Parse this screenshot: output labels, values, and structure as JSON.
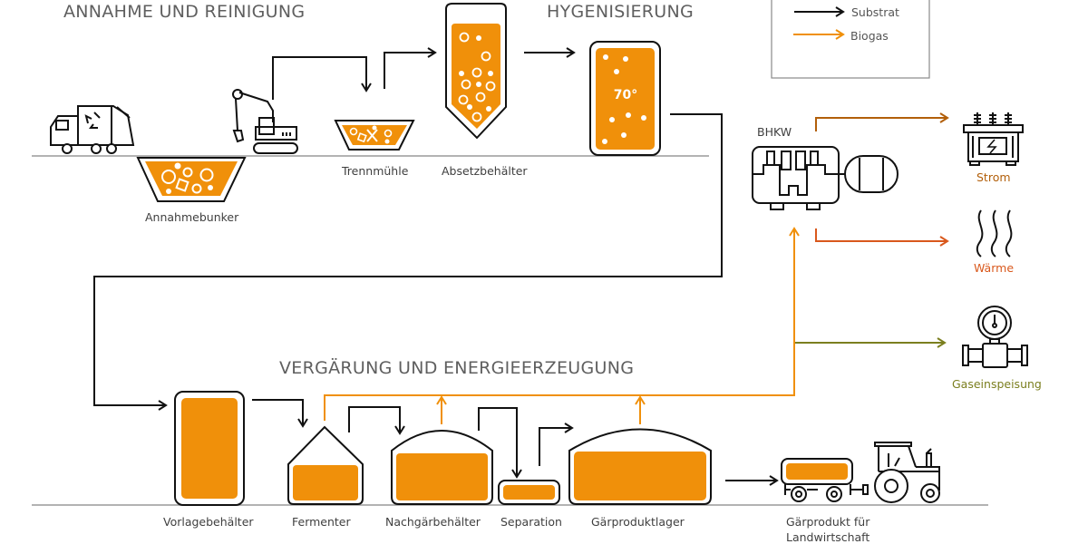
{
  "sections": {
    "reception": "ANNAHME UND REINIGUNG",
    "hygienisation": "HYGENISIERUNG",
    "fermentation": "VERGÄRUNG UND ENERGIEERZEUGUNG"
  },
  "legend": {
    "substrate": "Substrat",
    "biogas": "Biogas"
  },
  "stations": {
    "receiving_bunker": "Annahmebunker",
    "separation_mill": "Trennmühle",
    "settling_tank": "Absetzbehälter",
    "hygienisation_temp": "70°",
    "chp": "BHKW",
    "storage_tank": "Vorlagebehälter",
    "fermenter": "Fermenter",
    "post_fermenter": "Nachgärbehälter",
    "separation": "Separation",
    "digestate_storage": "Gärproduktlager",
    "digestate_line1": "Gärprodukt für",
    "digestate_line2": "Landwirtschaft"
  },
  "outputs": {
    "electricity": "Strom",
    "heat": "Wärme",
    "gas_injection": "Gaseinspeisung"
  },
  "colors": {
    "substrate": "#111111",
    "biogas": "#f0900a",
    "electricity": "#b25f0a",
    "heat": "#d9581c",
    "gas_injection": "#7b7f1f"
  }
}
